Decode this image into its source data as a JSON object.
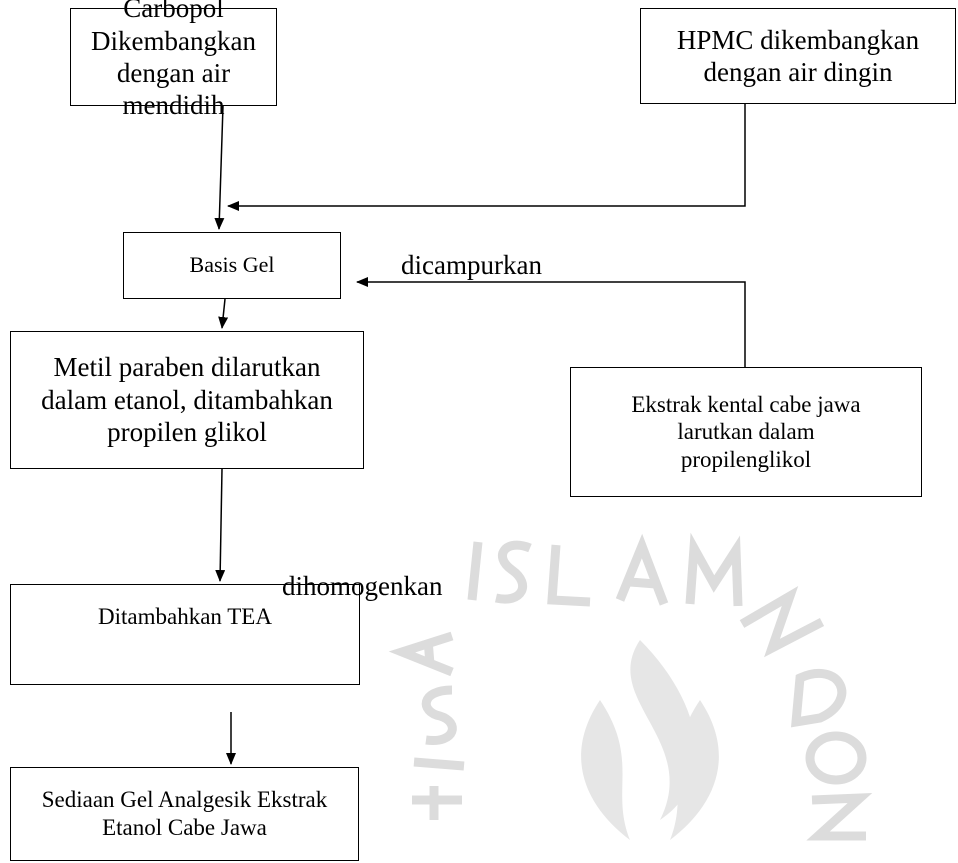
{
  "colors": {
    "ink": "#000000",
    "background": "#ffffff",
    "watermark": "#dcdcdc"
  },
  "nodes": {
    "carbopol": "Carbopol Dikembangkan\ndengan air mendidih",
    "hpmc": "HPMC dikembangkan\ndengan air dingin",
    "basis_gel": "Basis Gel",
    "ekstrak": "Ekstrak kental cabe jawa\nlarutkan dalam\npropilenglikol",
    "metil": "Metil paraben dilarutkan\ndalam etanol, ditambahkan\npropilen glikol",
    "tea": "Ditambahkan TEA",
    "sediaan": "Sediaan Gel Analgesik Ekstrak\nEtanol  Cabe Jawa"
  },
  "labels": {
    "dicampurkan": "dicampurkan",
    "dihomogenkan": "dihomogenkan"
  },
  "watermark": {
    "text": "ISLAM INDONESIA UNIVERSITAS",
    "icon": "university-logo-seal"
  }
}
